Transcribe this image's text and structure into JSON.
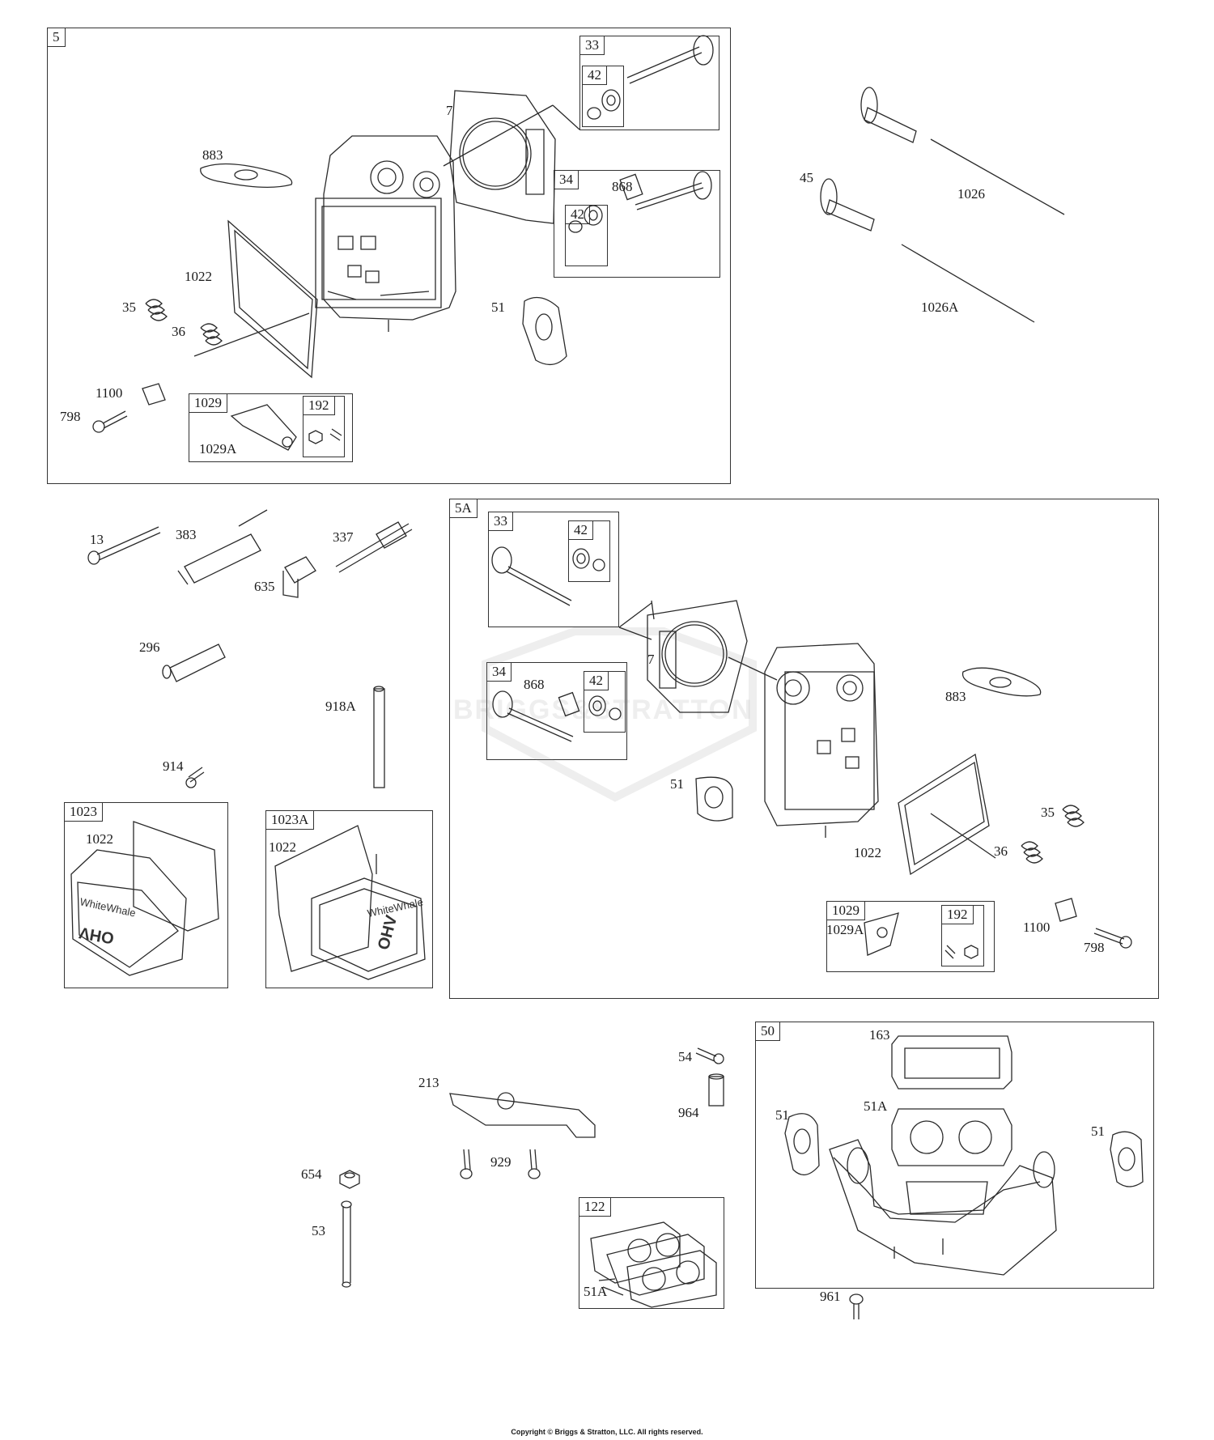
{
  "sections": {
    "s5": {
      "tag": "5",
      "sub33": "33",
      "sub42a": "42",
      "sub34": "34",
      "sub42b": "42",
      "sub1029": "1029",
      "sub192": "192"
    },
    "s5a": {
      "tag": "5A",
      "sub33": "33",
      "sub42a": "42",
      "sub34": "34",
      "sub42b": "42",
      "sub1029": "1029",
      "sub192": "192"
    },
    "s1023": {
      "tag": "1023"
    },
    "s1023a": {
      "tag": "1023A"
    },
    "s50": {
      "tag": "50"
    },
    "s122": {
      "tag": "122"
    }
  },
  "labels": {
    "s5_7": "7",
    "s5_883": "883",
    "s5_868": "868",
    "s5_1022": "1022",
    "s5_35": "35",
    "s5_36": "36",
    "s5_51": "51",
    "s5_1100": "1100",
    "s5_798": "798",
    "s5_1029a": "1029A",
    "r_45": "45",
    "r_1026": "1026",
    "r_1026a": "1026A",
    "l_13": "13",
    "l_383": "383",
    "l_337": "337",
    "l_635": "635",
    "l_296": "296",
    "l_918a": "918A",
    "l_914": "914",
    "l_1022a": "1022",
    "l_1022b": "1022",
    "a_868": "868",
    "a_7": "7",
    "a_883": "883",
    "a_51": "51",
    "a_35": "35",
    "a_36": "36",
    "a_1022": "1022",
    "a_1029a": "1029A",
    "a_1100": "1100",
    "a_798": "798",
    "b_54": "54",
    "b_213": "213",
    "b_964": "964",
    "b_929": "929",
    "b_654": "654",
    "b_53": "53",
    "b_51a": "51A",
    "b_163": "163",
    "b_51l": "51",
    "b_51a2": "51A",
    "b_51r": "51",
    "b_961": "961"
  },
  "cover_text": {
    "brand": "WhiteWhale",
    "ohv": "OHV"
  },
  "watermark": "BRIGGS&STRATTON",
  "copyright": "Copyright © Briggs & Stratton, LLC. All rights reserved."
}
